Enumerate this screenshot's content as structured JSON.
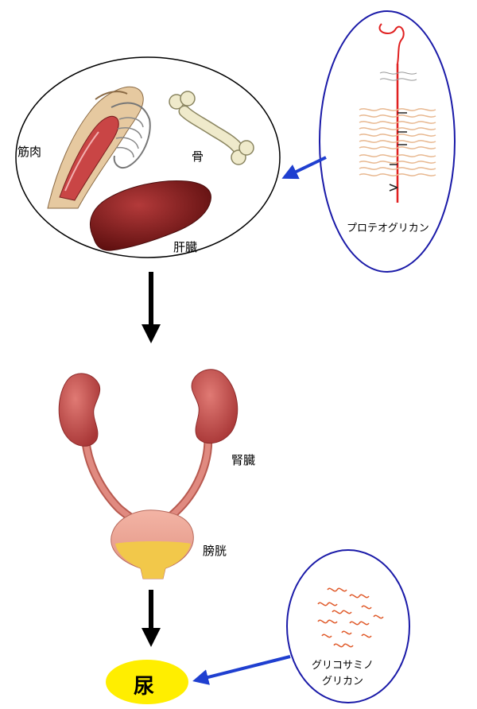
{
  "organs": {
    "muscle": "筋肉",
    "bone": "骨",
    "liver": "肝臓",
    "kidney": "腎臓",
    "bladder": "膀胱",
    "urine": "尿"
  },
  "molecules": {
    "proteoglycan": "プロテオグリカン",
    "gag_line1": "グリコサミノ",
    "gag_line2": "グリカン"
  },
  "colors": {
    "ellipse_border_blue": "#1a1aa8",
    "arrow_blue": "#1f3fd0",
    "protein_core": "#e02020",
    "gag_chain": "#e8b890",
    "urine_fill": "#ffee00",
    "kidney": "#c04a4a",
    "liver": "#7a1616",
    "muscle": "#c84040"
  }
}
